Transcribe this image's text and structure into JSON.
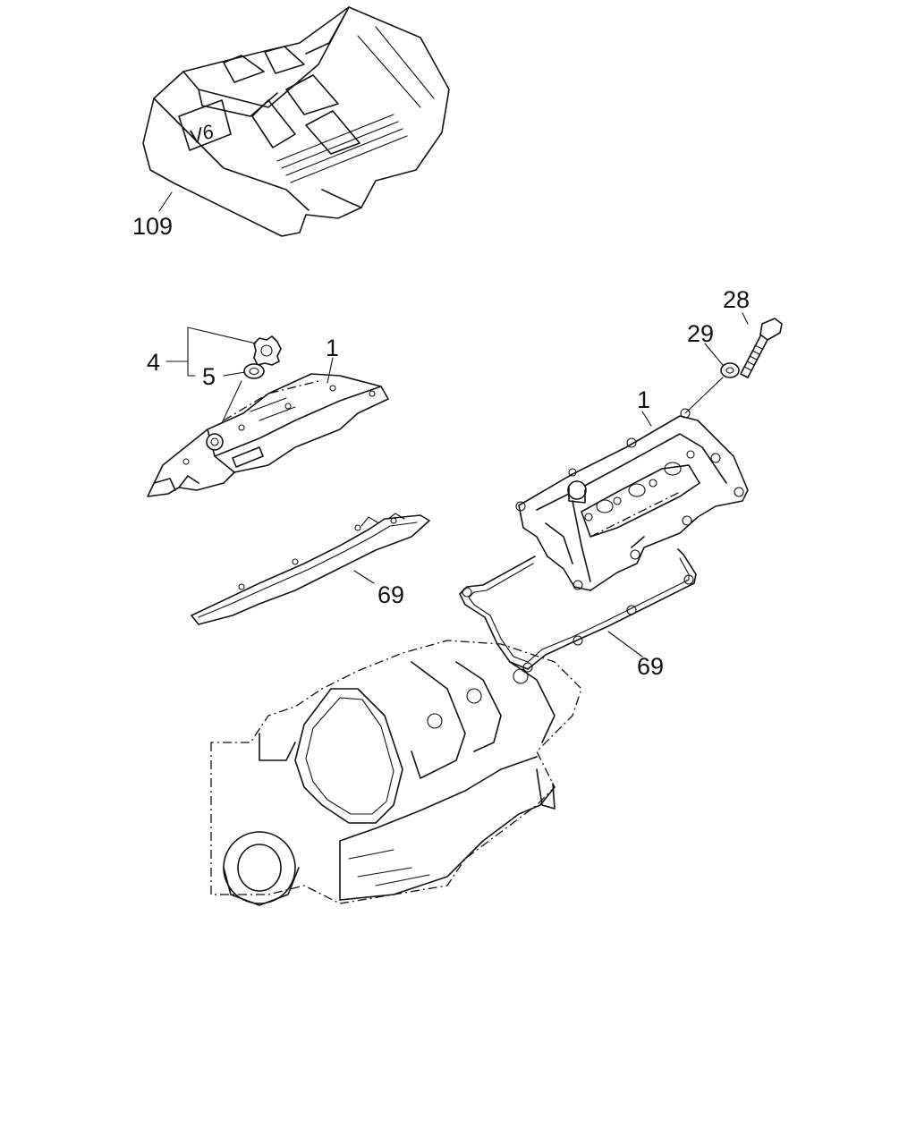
{
  "diagram": {
    "callouts": [
      {
        "id": "engine-cover",
        "label": "109"
      },
      {
        "id": "oil-filler-cap",
        "label": "4"
      },
      {
        "id": "oil-cap-gasket",
        "label": "5"
      },
      {
        "id": "left-head-cover",
        "label": "1"
      },
      {
        "id": "right-head-cover",
        "label": "1"
      },
      {
        "id": "cover-bolt",
        "label": "28"
      },
      {
        "id": "bolt-seal",
        "label": "29"
      },
      {
        "id": "left-head-cover-gasket",
        "label": "69"
      },
      {
        "id": "right-head-cover-gasket",
        "label": "69"
      }
    ],
    "cover_logo": "V6"
  }
}
